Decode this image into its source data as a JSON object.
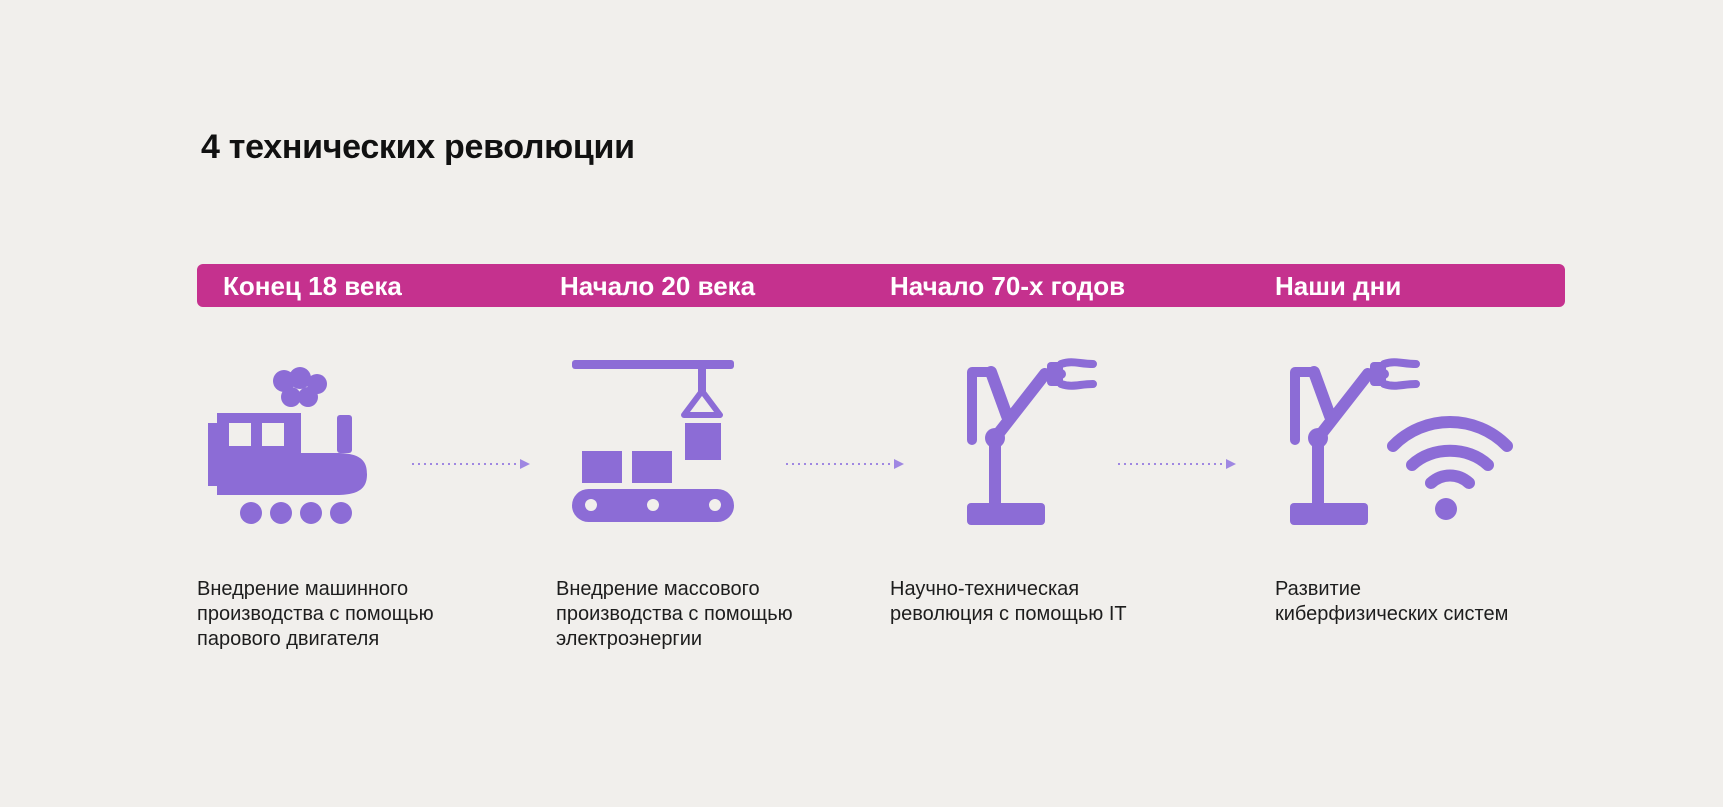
{
  "title": "4 технических революции",
  "colors": {
    "background": "#f1efec",
    "band": "#c5318e",
    "icon": "#8c6cd6",
    "arrow": "#9f87e2",
    "text": "#1d1d1d"
  },
  "stages": [
    {
      "era": "Конец 18 века",
      "icon": "steam-locomotive-icon",
      "description": [
        "Внедрение машинного",
        "производства с помощью",
        "парового двигателя"
      ]
    },
    {
      "era": "Начало 20 века",
      "icon": "conveyor-crane-icon",
      "description": [
        "Внедрение массового",
        "производства с помощью",
        "электроэнергии"
      ]
    },
    {
      "era": "Начало 70-х годов",
      "icon": "robotic-arm-icon",
      "description": [
        "Научно-техническая",
        "революция с помощью IT"
      ]
    },
    {
      "era": "Наши дни",
      "icon": "robotic-arm-wifi-icon",
      "description": [
        "Развитие",
        "киберфизических систем"
      ]
    }
  ]
}
